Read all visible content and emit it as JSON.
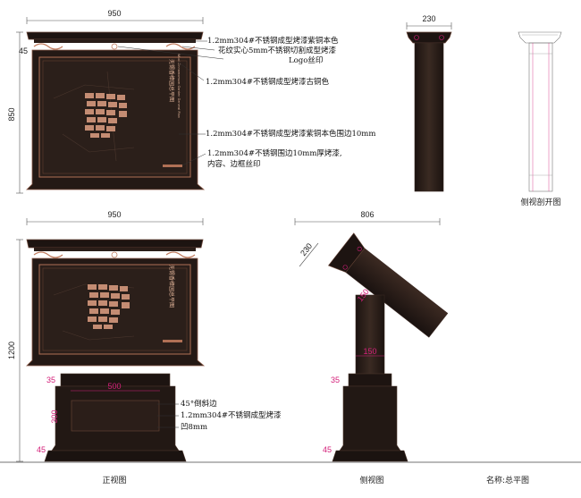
{
  "dimensions": {
    "front_top_width": "950",
    "front_top_height": "850",
    "front_top_cap": "45",
    "side_top_width": "230",
    "front_bottom_width": "950",
    "front_bottom_height": "1200",
    "side_bottom_width": "806",
    "side_bottom_cap": "230",
    "base_width": "500",
    "base_recess": "300",
    "base_step_top": "35",
    "base_step_bottom": "45",
    "side_step_top": "35",
    "side_step_bottom": "45",
    "side_post_upper": "150",
    "side_post_lower": "150"
  },
  "notes": [
    "1.2mm304#不锈钢成型烤漆紫铜本色",
    "花纹实心5mm不锈钢切割成型烤漆",
    "Logo丝印",
    "1.2mm304#不锈钢成型烤漆古铜色",
    "1.2mm304#不锈钢成型烤漆紫铜本色围边10mm",
    "1.2mm304#不锈钢围边10mm厚烤漆,",
    "内容、边框丝印"
  ],
  "base_notes": [
    "45°倒斜边",
    "1.2mm304#不锈钢成型烤漆",
    "凹8mm"
  ],
  "captions": {
    "section": "侧视剖开图",
    "front": "正视图",
    "side": "侧视图",
    "name": "名称:总平图"
  },
  "sign": {
    "title": "无锡香樟园总平图",
    "subtitle": "Wuxi Cinnamomum Garden General Plan"
  },
  "colors": {
    "panel": "#2a1d18",
    "copper": "#b07055",
    "frame": "#1f1512",
    "accent": "#d4207a"
  }
}
